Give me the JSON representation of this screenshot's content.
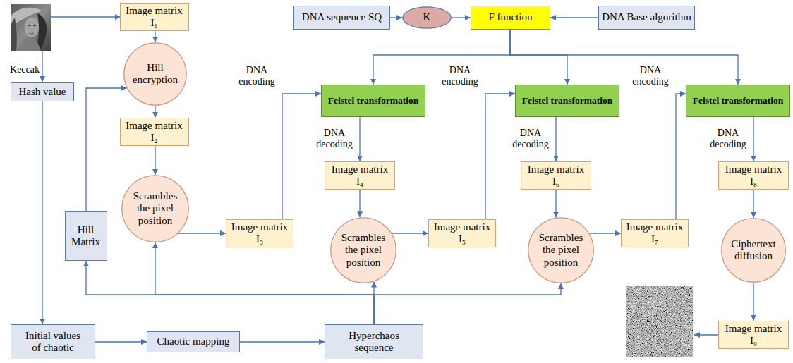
{
  "diagram": {
    "nodes": [
      {
        "text": [
          "Image matrix I₁"
        ]
      },
      {
        "text": [
          "Hash value"
        ]
      },
      {
        "text": [
          "Hill encryption"
        ]
      },
      {
        "text": [
          "Image matrix I₂"
        ]
      },
      {
        "text": [
          "Hill Matrix"
        ]
      },
      {
        "text": [
          "Scrambles the pixel position"
        ]
      },
      {
        "text": [
          "Image matrix I₃"
        ]
      },
      {
        "text": [
          "DNA sequence SQ"
        ]
      },
      {
        "text": [
          "K"
        ]
      },
      {
        "text": [
          "F function"
        ]
      },
      {
        "text": [
          "DNA Base algorithm"
        ]
      },
      {
        "text": [
          "Feistel transformation"
        ]
      },
      {
        "text": [
          "Feistel transformation"
        ]
      },
      {
        "text": [
          "Feistel transformation"
        ]
      },
      {
        "text": [
          "Image matrix I₄"
        ]
      },
      {
        "text": [
          "Image matrix I₆"
        ]
      },
      {
        "text": [
          "Image matrix I₈"
        ]
      },
      {
        "text": [
          "Scrambles the pixel position"
        ]
      },
      {
        "text": [
          "Image matrix I₅"
        ]
      },
      {
        "text": [
          "Scrambles the pixel position"
        ]
      },
      {
        "text": [
          "Image matrix I₇"
        ]
      },
      {
        "text": [
          "Ciphertext diffusion"
        ]
      },
      {
        "text": [
          "Image matrix I₉"
        ]
      },
      {
        "text": [
          "Initial values of chaotic"
        ]
      },
      {
        "text": [
          "Chaotic mapping"
        ]
      },
      {
        "text": [
          "Hyperchaos sequence"
        ]
      }
    ],
    "edges": [
      {
        "from": 0,
        "to": 2,
        "arrow": "to"
      },
      {
        "from": 2,
        "to": 3,
        "arrow": "to"
      },
      {
        "from": 3,
        "to": 5,
        "arrow": "to"
      },
      {
        "from": 5,
        "to": 6,
        "arrow": "to"
      },
      {
        "from": 4,
        "to": 2,
        "arrow": "to"
      },
      {
        "from": 1,
        "to": 23,
        "arrow": "to"
      },
      {
        "from": 23,
        "to": 24,
        "arrow": "to"
      },
      {
        "from": 24,
        "to": 25,
        "arrow": "to"
      },
      {
        "from": 25,
        "to": 4,
        "arrow": "to"
      },
      {
        "from": 25,
        "to": 5,
        "arrow": "to"
      },
      {
        "from": 25,
        "to": 17,
        "arrow": "to"
      },
      {
        "from": 25,
        "to": 19,
        "arrow": "to"
      },
      {
        "from": 7,
        "to": 8,
        "arrow": "to"
      },
      {
        "from": 8,
        "to": 9,
        "arrow": "to"
      },
      {
        "from": 10,
        "to": 9,
        "arrow": "to"
      },
      {
        "from": 9,
        "to": 11,
        "arrow": "to"
      },
      {
        "from": 9,
        "to": 12,
        "arrow": "to"
      },
      {
        "from": 9,
        "to": 13,
        "arrow": "to"
      },
      {
        "from": 6,
        "to": 11,
        "label": "DNA encoding",
        "arrow": "to"
      },
      {
        "from": 11,
        "to": 14,
        "label": "DNA decoding",
        "arrow": "to"
      },
      {
        "from": 14,
        "to": 17,
        "arrow": "to"
      },
      {
        "from": 17,
        "to": 18,
        "arrow": "to"
      },
      {
        "from": 18,
        "to": 12,
        "label": "DNA encoding",
        "arrow": "to"
      },
      {
        "from": 12,
        "to": 15,
        "label": "DNA decoding",
        "arrow": "to"
      },
      {
        "from": 15,
        "to": 19,
        "arrow": "to"
      },
      {
        "from": 19,
        "to": 20,
        "arrow": "to"
      },
      {
        "from": 20,
        "to": 13,
        "label": "DNA encoding",
        "arrow": "to"
      },
      {
        "from": 13,
        "to": 16,
        "label": "DNA decoding",
        "arrow": "to"
      },
      {
        "from": 16,
        "to": 21,
        "arrow": "to"
      },
      {
        "from": 21,
        "to": 22,
        "arrow": "to"
      }
    ],
    "labels": [
      "Keccak"
    ]
  }
}
